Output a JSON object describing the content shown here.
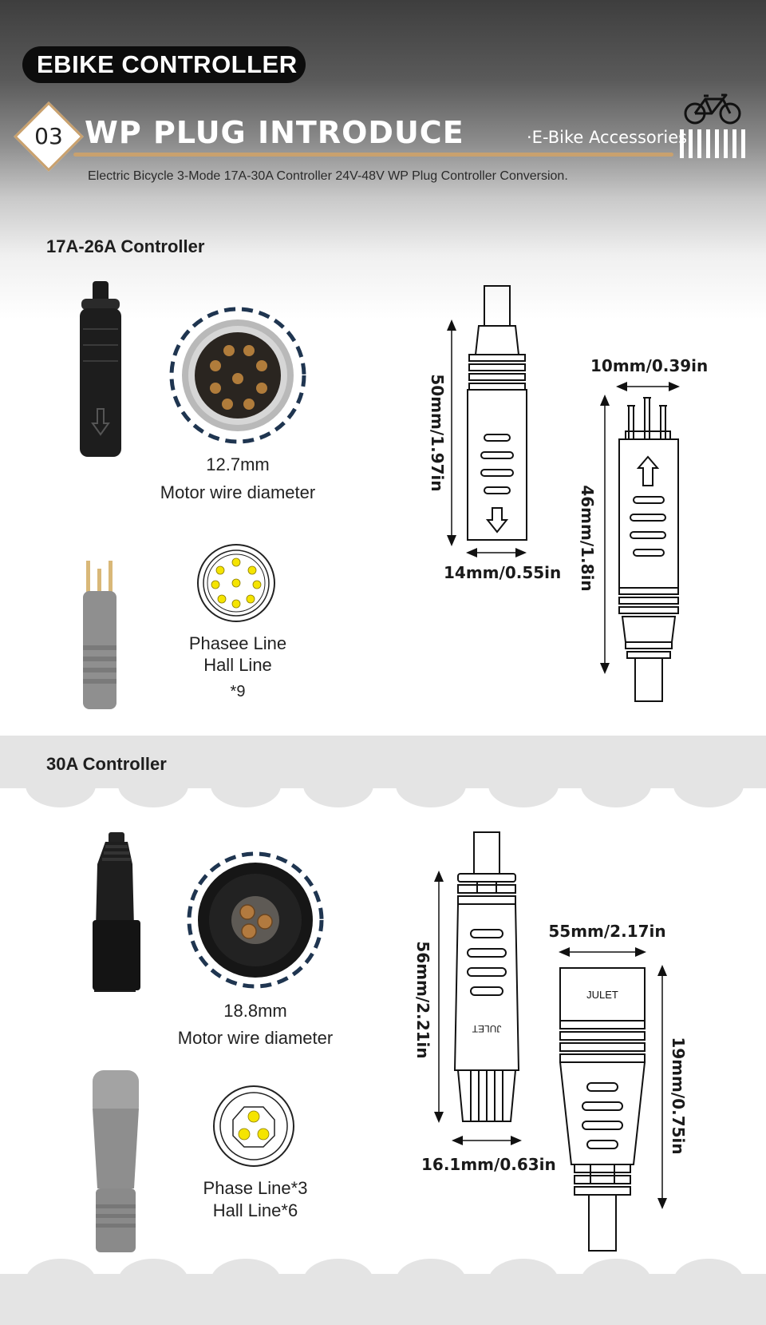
{
  "header": {
    "brand_pill": "EBIKE CONTROLLER",
    "section_number": "03",
    "section_title": "WP PLUG INTRODUCE",
    "accessories": "·E-Bike Accessories",
    "subtitle": "Electric Bicycle 3-Mode 17A-30A Controller 24V-48V WP Plug Controller Conversion."
  },
  "controller_a": {
    "title": "17A-26A Controller",
    "diameter": "12.7mm",
    "diameter_label": "Motor wire diameter",
    "pins_line1": "Phasee Line",
    "pins_line2": "Hall Line",
    "pins_line3": "*9",
    "dim_length_1": "50mm/1.97in",
    "dim_width_1": "14mm/0.55in",
    "dim_width_2": "10mm/0.39in",
    "dim_length_2": "46mm/1.8in"
  },
  "controller_b": {
    "title": "30A Controller",
    "diameter": "18.8mm",
    "diameter_label": "Motor wire diameter",
    "pins_line1": "Phase Line*3",
    "pins_line2": "Hall Line*6",
    "dim_length_1": "56mm/2.21in",
    "dim_width_1": "16.1mm/0.63in",
    "dim_width_2": "55mm/2.17in",
    "dim_length_2": "19mm/0.75in",
    "brand_mark": "JULET"
  },
  "colors": {
    "accent_gold": "#c9a16e",
    "pin_yellow": "#f5e400",
    "dashed_ring": "#1f3550"
  }
}
